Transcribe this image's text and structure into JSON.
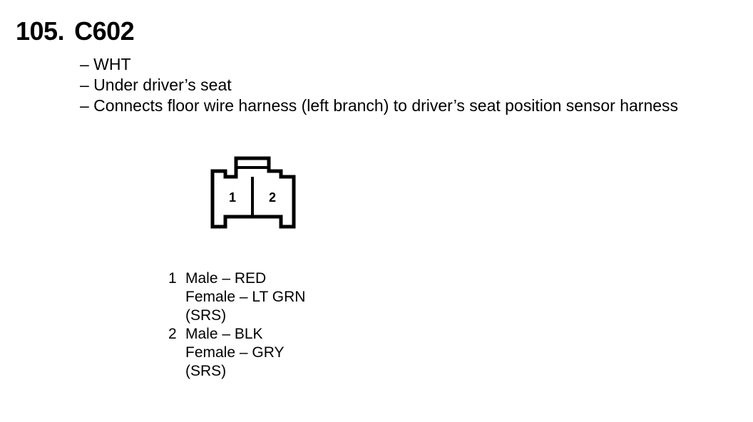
{
  "connector": {
    "number": "105.",
    "id": "C602",
    "details": [
      "– WHT",
      "– Under driver’s seat",
      "– Connects floor wire harness (left branch) to driver’s seat position sensor harness"
    ],
    "cavity_labels": [
      "1",
      "2"
    ]
  },
  "pins": [
    {
      "number": "1",
      "lines": [
        "Male – RED",
        "Female – LT GRN",
        "(SRS)"
      ]
    },
    {
      "number": "2",
      "lines": [
        "Male – BLK",
        "Female – GRY",
        "(SRS)"
      ]
    }
  ]
}
